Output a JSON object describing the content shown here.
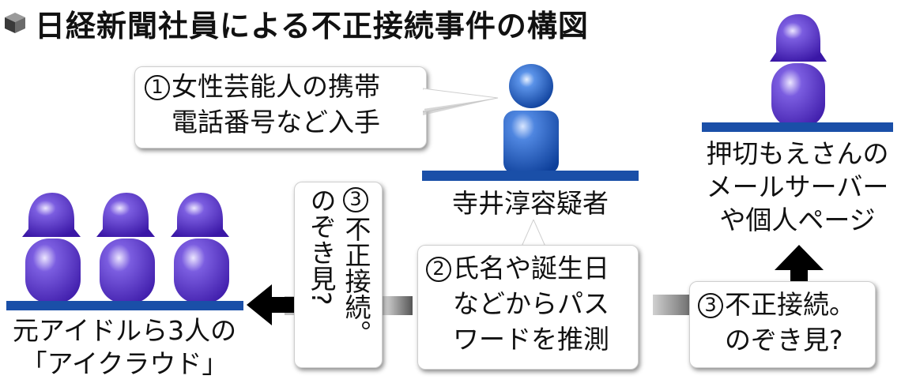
{
  "title": "日経新聞社員による不正接続事件の構図",
  "title_icon": "cube-icon",
  "colors": {
    "platform": "#1a4fa8",
    "suspect_figure": "#1f5fc8",
    "victim_figure": "#5a2fc0",
    "arrow": "#000000",
    "connector_bar": "#c8c8c8"
  },
  "step1": {
    "number": "1",
    "lines": [
      "女性芸能人の携帯",
      "電話番号など入手"
    ]
  },
  "suspect": {
    "label": "寺井淳容疑者",
    "icon": "person-icon"
  },
  "victim_top": {
    "lines": [
      "押切もえさんの",
      "メールサーバー",
      "や個人ページ"
    ],
    "icon": "female-person-icon"
  },
  "victims_left": {
    "lines": [
      "元アイドルら3人の",
      "「アイクラウド」"
    ],
    "count": 3,
    "icon": "female-person-icon"
  },
  "step2": {
    "number": "2",
    "lines": [
      "氏名や誕生日",
      "などからパス",
      "ワードを推測"
    ]
  },
  "step3_left": {
    "number": "3",
    "lines": [
      "不正接続。",
      "のぞき見?"
    ]
  },
  "step3_right": {
    "number": "3",
    "lines": [
      "不正接続。",
      "のぞき見?"
    ]
  },
  "arrows": {
    "left": "arrow-left-icon",
    "up": "arrow-up-icon"
  }
}
